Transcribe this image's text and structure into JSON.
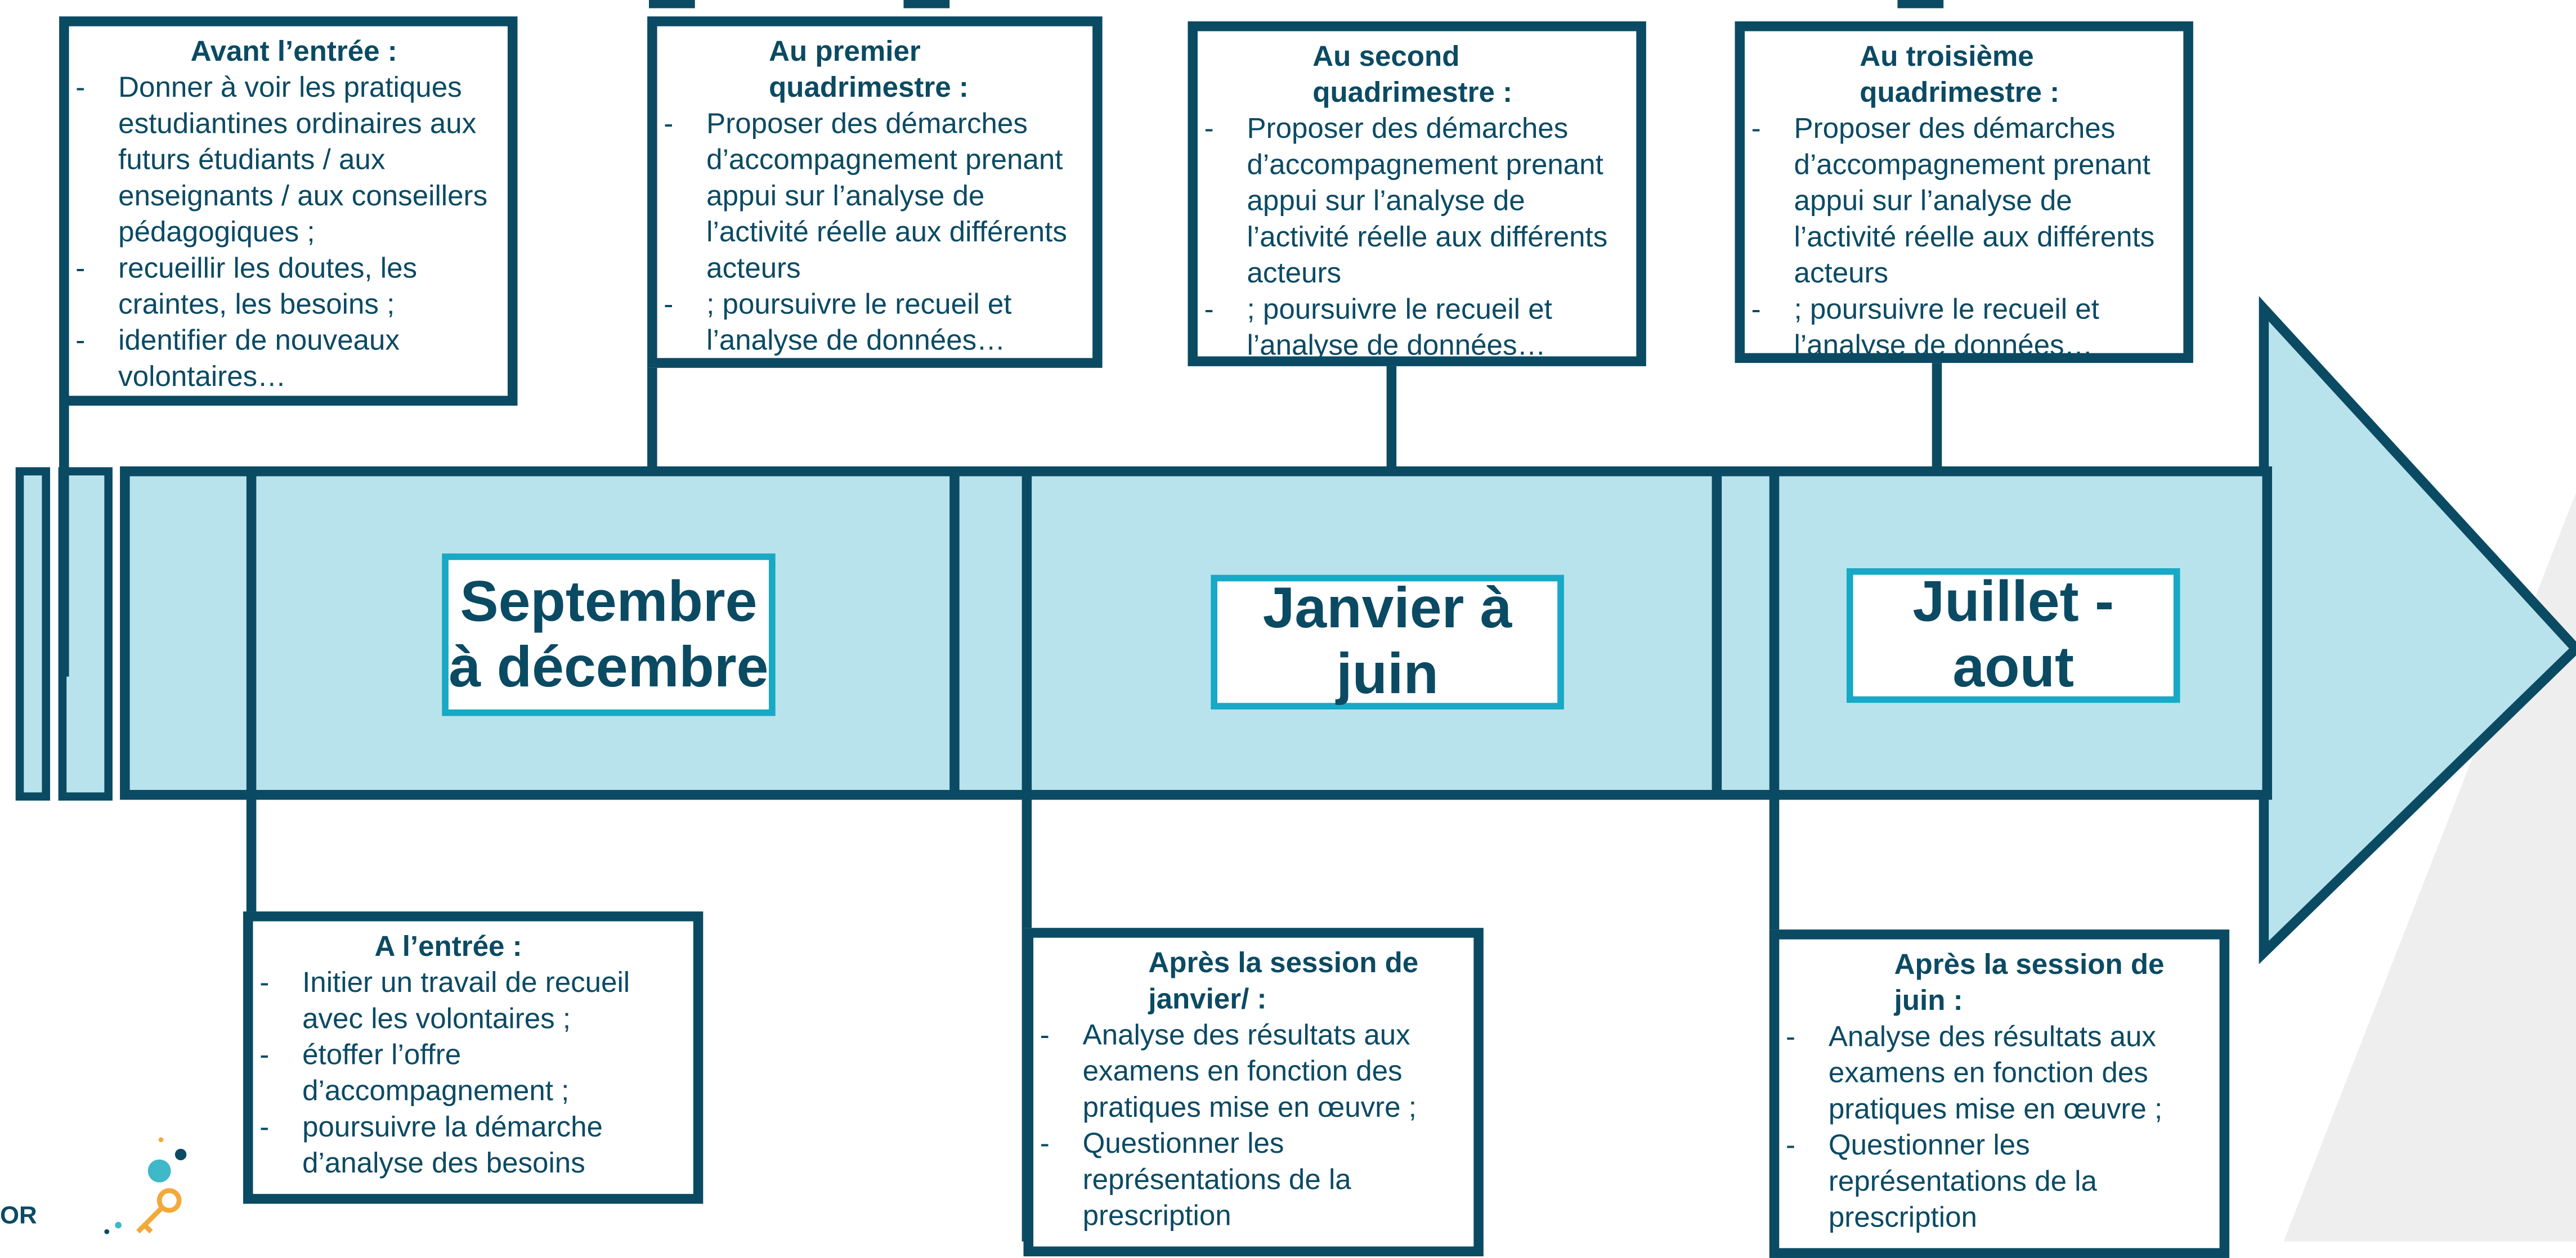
{
  "colors": {
    "dark": "#0b4a63",
    "band_fill": "#b9e3ec",
    "label_border": "#17a9c5",
    "grey_shape": "#eeeeee",
    "logo_teal": "#3fb8c8",
    "logo_orange": "#f2a93b"
  },
  "periods": {
    "sept_dec": "Septembre à décembre",
    "jan_jun": "Janvier à juin",
    "jul_aug": "Juillet -aout"
  },
  "boxes": {
    "avant_entree": {
      "title": "Avant l’entrée :",
      "items": [
        "Donner à voir les pratiques estudiantines ordinaires aux futurs étudiants / aux enseignants / aux conseillers pédagogiques ;",
        "recueillir les doutes, les craintes, les besoins ;",
        " identifier de nouveaux volontaires…"
      ]
    },
    "premier_quadri": {
      "title": "Au premier quadrimestre :",
      "items": [
        "Proposer des démarches d’accompagnement prenant appui sur l’analyse de l’activité réelle aux différents acteurs",
        "; poursuivre le recueil et l’analyse de données…"
      ]
    },
    "second_quadri": {
      "title": "Au second quadrimestre :",
      "items": [
        "Proposer des démarches d’accompagnement prenant appui sur l’analyse de l’activité réelle aux différents acteurs",
        "; poursuivre le recueil et l’analyse de données…"
      ]
    },
    "troisieme_quadri": {
      "title": "Au troisième quadrimestre :",
      "items": [
        "Proposer des démarches d’accompagnement prenant appui sur l’analyse de l’activité réelle aux différents acteurs",
        "; poursuivre le recueil et l’analyse de données…"
      ]
    },
    "entree": {
      "title": "A l’entrée :",
      "items": [
        "Initier un travail de recueil avec les volontaires ;",
        "étoffer l’offre d’accompagnement ;",
        " poursuivre la démarche d’analyse des besoins"
      ]
    },
    "apres_janvier": {
      "title": "Après la session de janvier/ :",
      "items": [
        "Analyse des résultats aux examens en fonction des pratiques mise en œuvre ;",
        " Questionner les représentations de la prescription"
      ]
    },
    "apres_juin": {
      "title": "Après la session de juin :",
      "items": [
        "Analyse des résultats aux examens en fonction des pratiques mise en œuvre ;",
        " Questionner les représentations de la prescription"
      ]
    }
  },
  "logo": {
    "text": "OR"
  }
}
